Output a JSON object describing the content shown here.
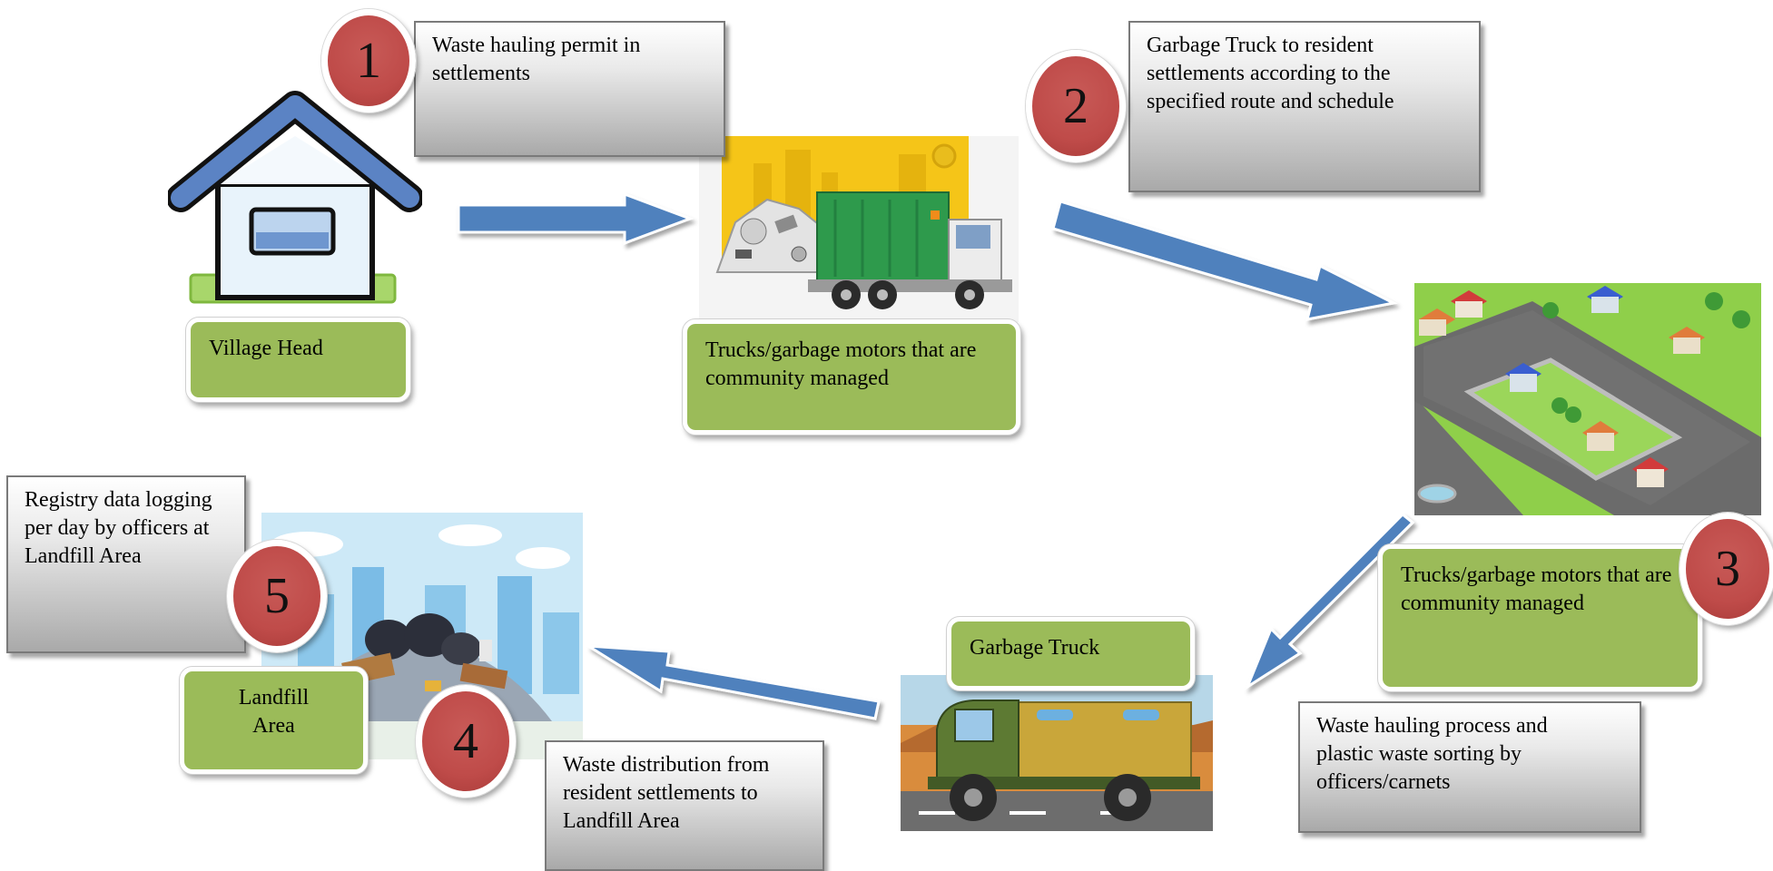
{
  "steps": {
    "s1": {
      "number": "1",
      "text": "Waste hauling permit in settlements"
    },
    "s2": {
      "number": "2",
      "text": "Garbage Truck to resident settlements according to the specified route and schedule"
    },
    "s3": {
      "number": "3",
      "text": "Waste hauling process and plastic waste sorting by officers/carnets"
    },
    "s4": {
      "number": "4",
      "text": "Waste distribution from resident settlements to Landfill Area"
    },
    "s5": {
      "number": "5",
      "text": "Registry data logging per day by officers at Landfill Area"
    }
  },
  "labels": {
    "village_head": "Village Head",
    "trucks_top": "Trucks/garbage motors that are community managed",
    "trucks_right": "Trucks/garbage motors that are community managed",
    "garbage_truck": "Garbage Truck",
    "landfill": "Landfill Area"
  },
  "colors": {
    "arrow": "#4f81bd",
    "label_green": "#9bbb59",
    "badge_red": "#c0504d"
  }
}
